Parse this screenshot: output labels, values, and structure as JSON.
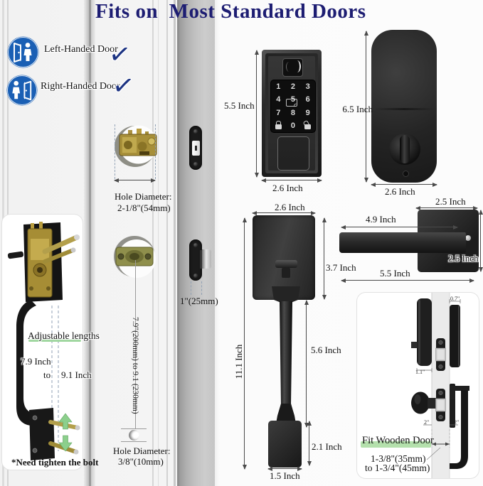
{
  "title": "Fits on  Most Standard Doors",
  "colors": {
    "title_navy": "#1d1d72",
    "icon_blue": "#1a5fb4",
    "check_navy": "#1c3382",
    "green_accent": "#8ccf8c",
    "brass": "#a78f39",
    "highlight_green": "#b4e0ac"
  },
  "icons": {
    "left_door": "left-handed-door-icon",
    "right_door": "right-handed-door-icon",
    "checkmark_glyph": "✓",
    "lock_closed": "padlock-closed-icon",
    "lock_open": "padlock-open-icon",
    "card": "rfid-card-icon",
    "fingerprint": "fingerprint-icon",
    "arrow_up": "green-up-arrow-icon",
    "arrow_down": "green-down-arrow-icon"
  },
  "handing": {
    "left_label": "Left-Handed Door",
    "right_label": "Right-Handed Door",
    "checkmark": "✓"
  },
  "door_prep": {
    "hole1_line1": "Hole Diameter:",
    "hole1_line2": "2-1/8\"(54mm)",
    "edge_bolt": "1\"(25mm)",
    "backset": "7.9\"(200mm) to 9.1 (230mm)",
    "hole2_line1": "Hole Diameter:",
    "hole2_line2": "3/8\"(10mm)"
  },
  "adjustable": {
    "heading": "Adjustable lengths",
    "min": "7.9 Inch",
    "conj": "to",
    "max": "9.1 Inch",
    "note": "*Need tighten the bolt"
  },
  "keypad_unit": {
    "height": "5.5 Inch",
    "width": "2.6 Inch",
    "keys": [
      "1",
      "2",
      "3",
      "4",
      "5",
      "6",
      "7",
      "8",
      "9",
      "0"
    ]
  },
  "interior_unit": {
    "height": "6.5 Inch",
    "width": "2.6 Inch"
  },
  "handleset": {
    "width": "2.6 Inch",
    "plate_height": "3.7 Inch",
    "total_height": "11.1 Inch",
    "grip_height": "5.6 Inch",
    "base_height": "2.1 Inch",
    "base_width": "1.5 Inch"
  },
  "lever": {
    "top_width": "2.5 Inch",
    "length": "4.9 Inch",
    "side_height": "2.5 Inch",
    "total_length": "5.5 Inch"
  },
  "thickness_panel": {
    "heading": "Fit Wooden Door",
    "range_line1": "1-3/8\"(35mm)",
    "range_line2": "to 1-3/4\"(45mm)",
    "ext_thickness": "0.7\"",
    "latch_length": "1.1\"",
    "left_gap": "2\"",
    "right_gap": "2\""
  }
}
